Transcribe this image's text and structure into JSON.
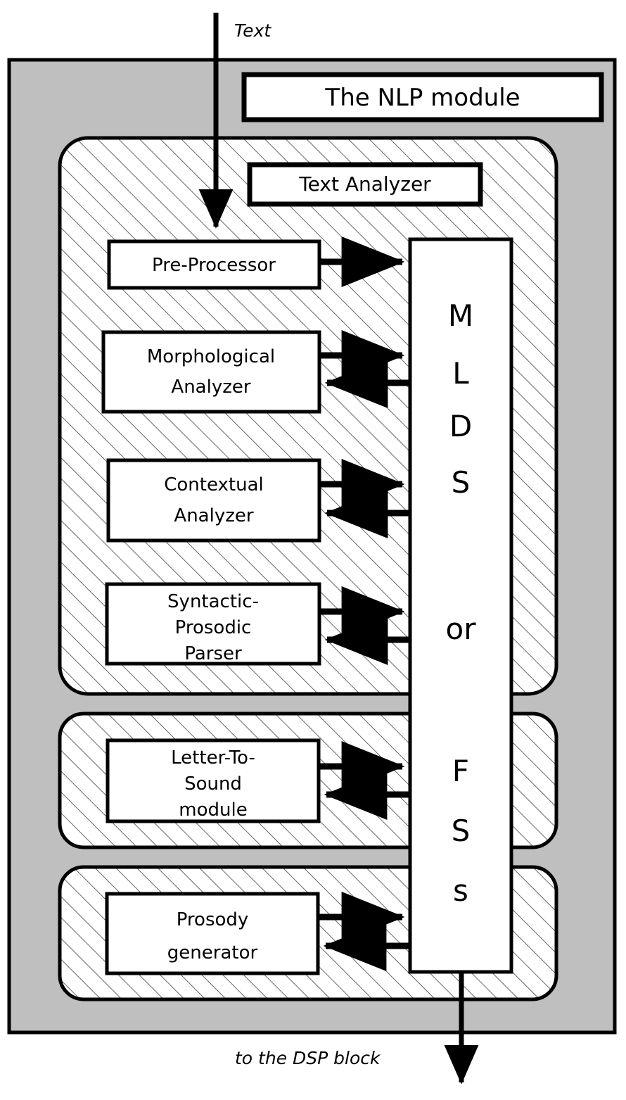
{
  "diagram": {
    "title": "The NLP module",
    "outer_panel_name": "nlp-module-panel",
    "colors": {
      "panel_gray": "#bfbfbf",
      "hatch_line": "#555555",
      "box_fill": "#ffffff",
      "stroke": "#000000",
      "page_background": "#ffffff"
    },
    "input_label": "Text",
    "output_label": "to the DSP block",
    "sections": [
      {
        "id": "text-analyzer",
        "label": "Text Analyzer",
        "blocks": [
          {
            "id": "pre-processor",
            "label": "Pre-Processor",
            "lines": [
              "Pre-Processor"
            ],
            "arrows": [
              "out"
            ]
          },
          {
            "id": "morphological-analyzer",
            "label": "Morphological Analyzer",
            "lines": [
              "Morphological",
              "Analyzer"
            ],
            "arrows": [
              "out",
              "in"
            ]
          },
          {
            "id": "contextual-analyzer",
            "label": "Contextual Analyzer",
            "lines": [
              "Contextual",
              "Analyzer"
            ],
            "arrows": [
              "out",
              "in"
            ]
          },
          {
            "id": "syntactic-prosodic-parser",
            "label": "Syntactic-Prosodic Parser",
            "lines": [
              "Syntactic-",
              "Prosodic",
              "Parser"
            ],
            "arrows": [
              "out",
              "in"
            ]
          }
        ]
      },
      {
        "id": "letter-to-sound-section",
        "label": "",
        "blocks": [
          {
            "id": "letter-to-sound-module",
            "label": "Letter-To-Sound module",
            "lines": [
              "Letter-To-",
              "Sound",
              "module"
            ],
            "arrows": [
              "out",
              "in"
            ]
          }
        ]
      },
      {
        "id": "prosody-section",
        "label": "",
        "blocks": [
          {
            "id": "prosody-generator",
            "label": "Prosody generator",
            "lines": [
              "Prosody",
              "generator"
            ],
            "arrows": [
              "out",
              "in"
            ]
          }
        ]
      }
    ],
    "data_structure_column": {
      "id": "mlds-fss-column",
      "label": "MLDS or FSs",
      "letters": [
        "M",
        "L",
        "D",
        "S",
        "or",
        "F",
        "S",
        "s"
      ]
    }
  }
}
